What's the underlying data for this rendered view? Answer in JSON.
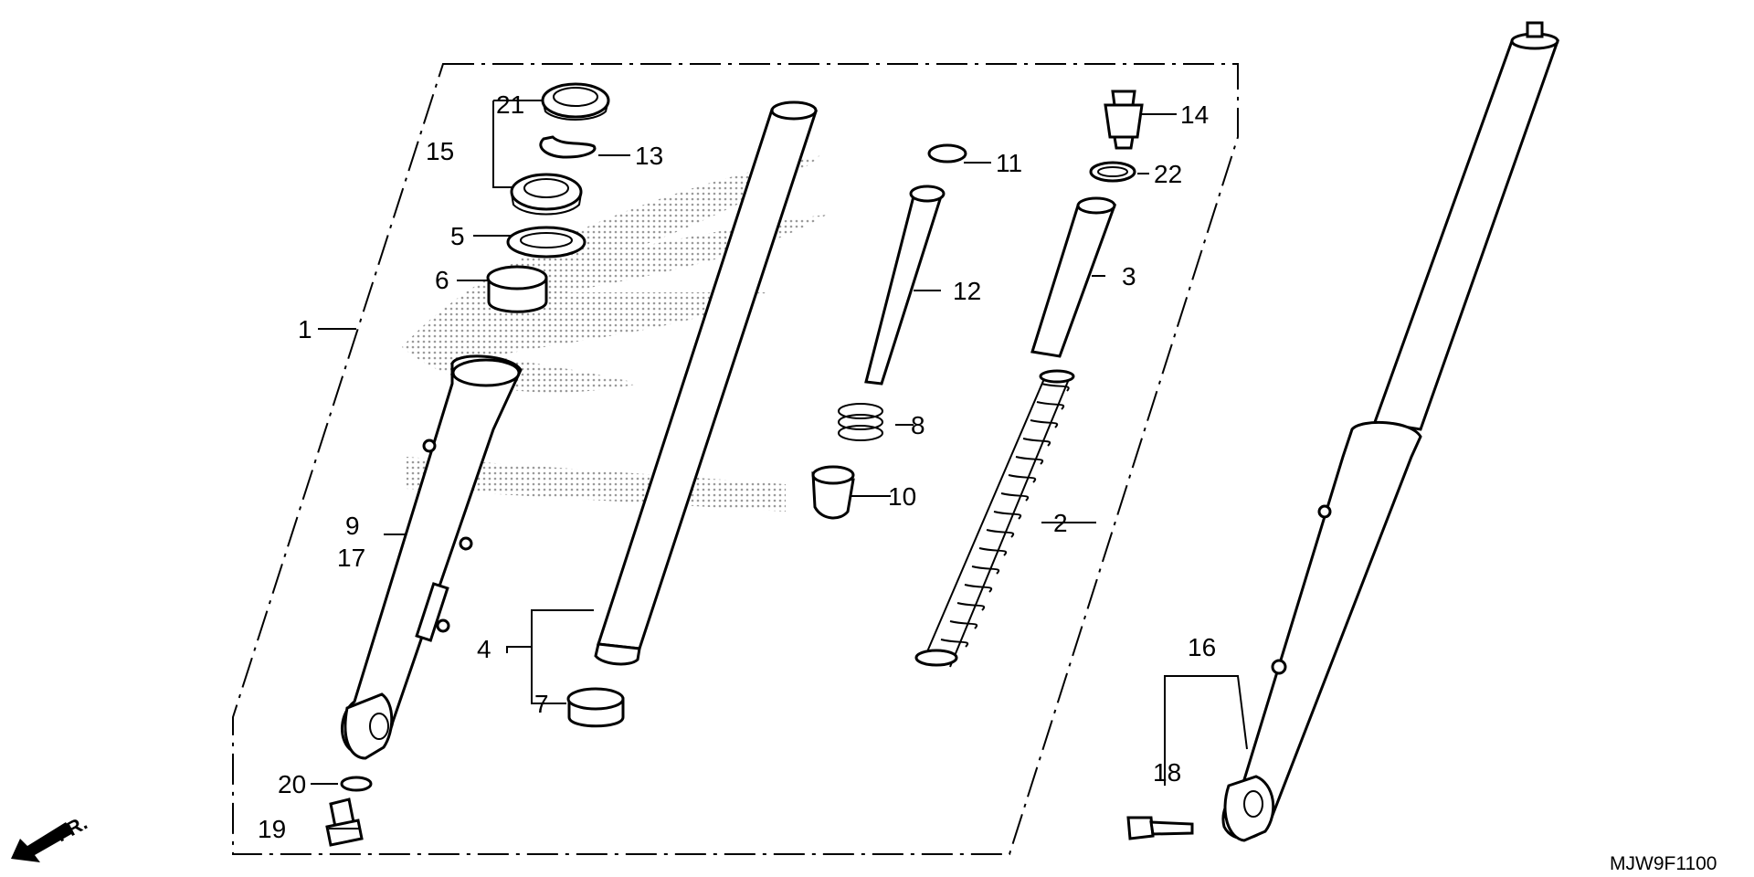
{
  "diagram": {
    "code": "MJW9F1100",
    "direction": "FR.",
    "callouts": [
      {
        "id": "c1",
        "text": "1"
      },
      {
        "id": "c2",
        "text": "2"
      },
      {
        "id": "c3",
        "text": "3"
      },
      {
        "id": "c4",
        "text": "4"
      },
      {
        "id": "c5",
        "text": "5"
      },
      {
        "id": "c6",
        "text": "6"
      },
      {
        "id": "c7",
        "text": "7"
      },
      {
        "id": "c8",
        "text": "8"
      },
      {
        "id": "c9",
        "text": "9"
      },
      {
        "id": "c10",
        "text": "10"
      },
      {
        "id": "c11",
        "text": "11"
      },
      {
        "id": "c12",
        "text": "12"
      },
      {
        "id": "c13",
        "text": "13"
      },
      {
        "id": "c14",
        "text": "14"
      },
      {
        "id": "c15",
        "text": "15"
      },
      {
        "id": "c16",
        "text": "16"
      },
      {
        "id": "c17",
        "text": "17"
      },
      {
        "id": "c18",
        "text": "18"
      },
      {
        "id": "c19",
        "text": "19"
      },
      {
        "id": "c20",
        "text": "20"
      },
      {
        "id": "c21",
        "text": "21"
      },
      {
        "id": "c22",
        "text": "22"
      }
    ]
  }
}
